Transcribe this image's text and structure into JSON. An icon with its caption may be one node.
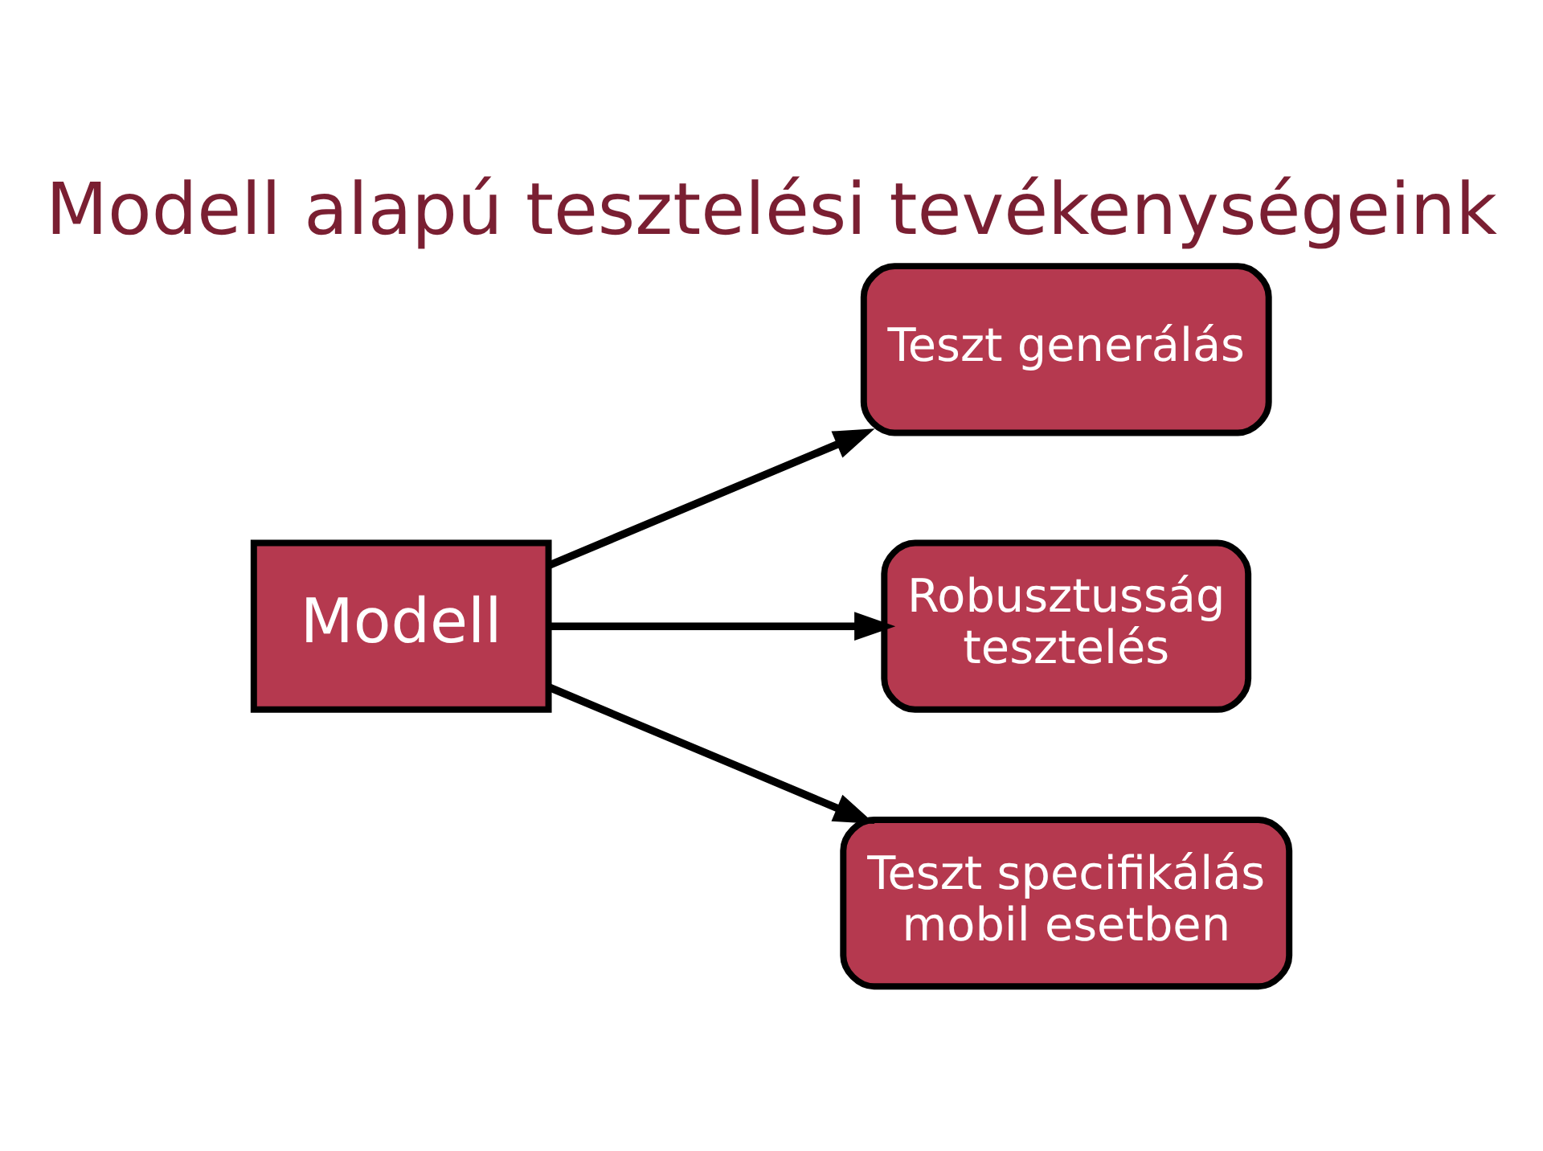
{
  "diagram": {
    "title": "Modell alapú tesztelési tevékenységeink",
    "nodes": [
      {
        "text": [
          "Modell"
        ]
      },
      {
        "text": [
          "Teszt generálás"
        ]
      },
      {
        "text": [
          "Robusztusság tesztelés"
        ]
      },
      {
        "text": [
          "Teszt specifikálás mobil esetben"
        ]
      }
    ],
    "edges": [
      {
        "from": 0,
        "to": 1,
        "arrow": "to"
      },
      {
        "from": 0,
        "to": 2,
        "arrow": "to"
      },
      {
        "from": 0,
        "to": 3,
        "arrow": "to"
      }
    ]
  }
}
